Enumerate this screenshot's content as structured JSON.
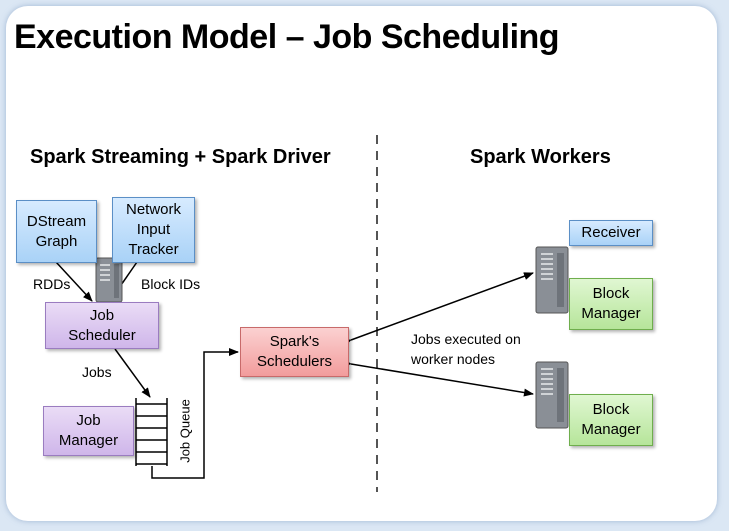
{
  "title": "Execution Model – Job Scheduling",
  "sections": {
    "left_heading": "Spark Streaming + Spark Driver",
    "right_heading": "Spark Workers"
  },
  "nodes": {
    "dstream_graph": "DStream\nGraph",
    "network_input_tracker": "Network\nInput\nTracker",
    "job_scheduler": "Job\nScheduler",
    "job_manager": "Job\nManager",
    "sparks_schedulers": "Spark's\nSchedulers",
    "receiver": "Receiver",
    "block_manager_1": "Block\nManager",
    "block_manager_2": "Block\nManager"
  },
  "labels": {
    "rdds": "RDDs",
    "block_ids": "Block IDs",
    "jobs": "Jobs",
    "job_queue": "Job Queue",
    "jobs_executed_line1": "Jobs executed on",
    "jobs_executed_line2": "worker nodes"
  },
  "colors": {
    "blue_box": "#a9d2f7",
    "purple_box": "#cfb6ea",
    "red_box": "#f29c9c",
    "green_box": "#b6e59a"
  }
}
